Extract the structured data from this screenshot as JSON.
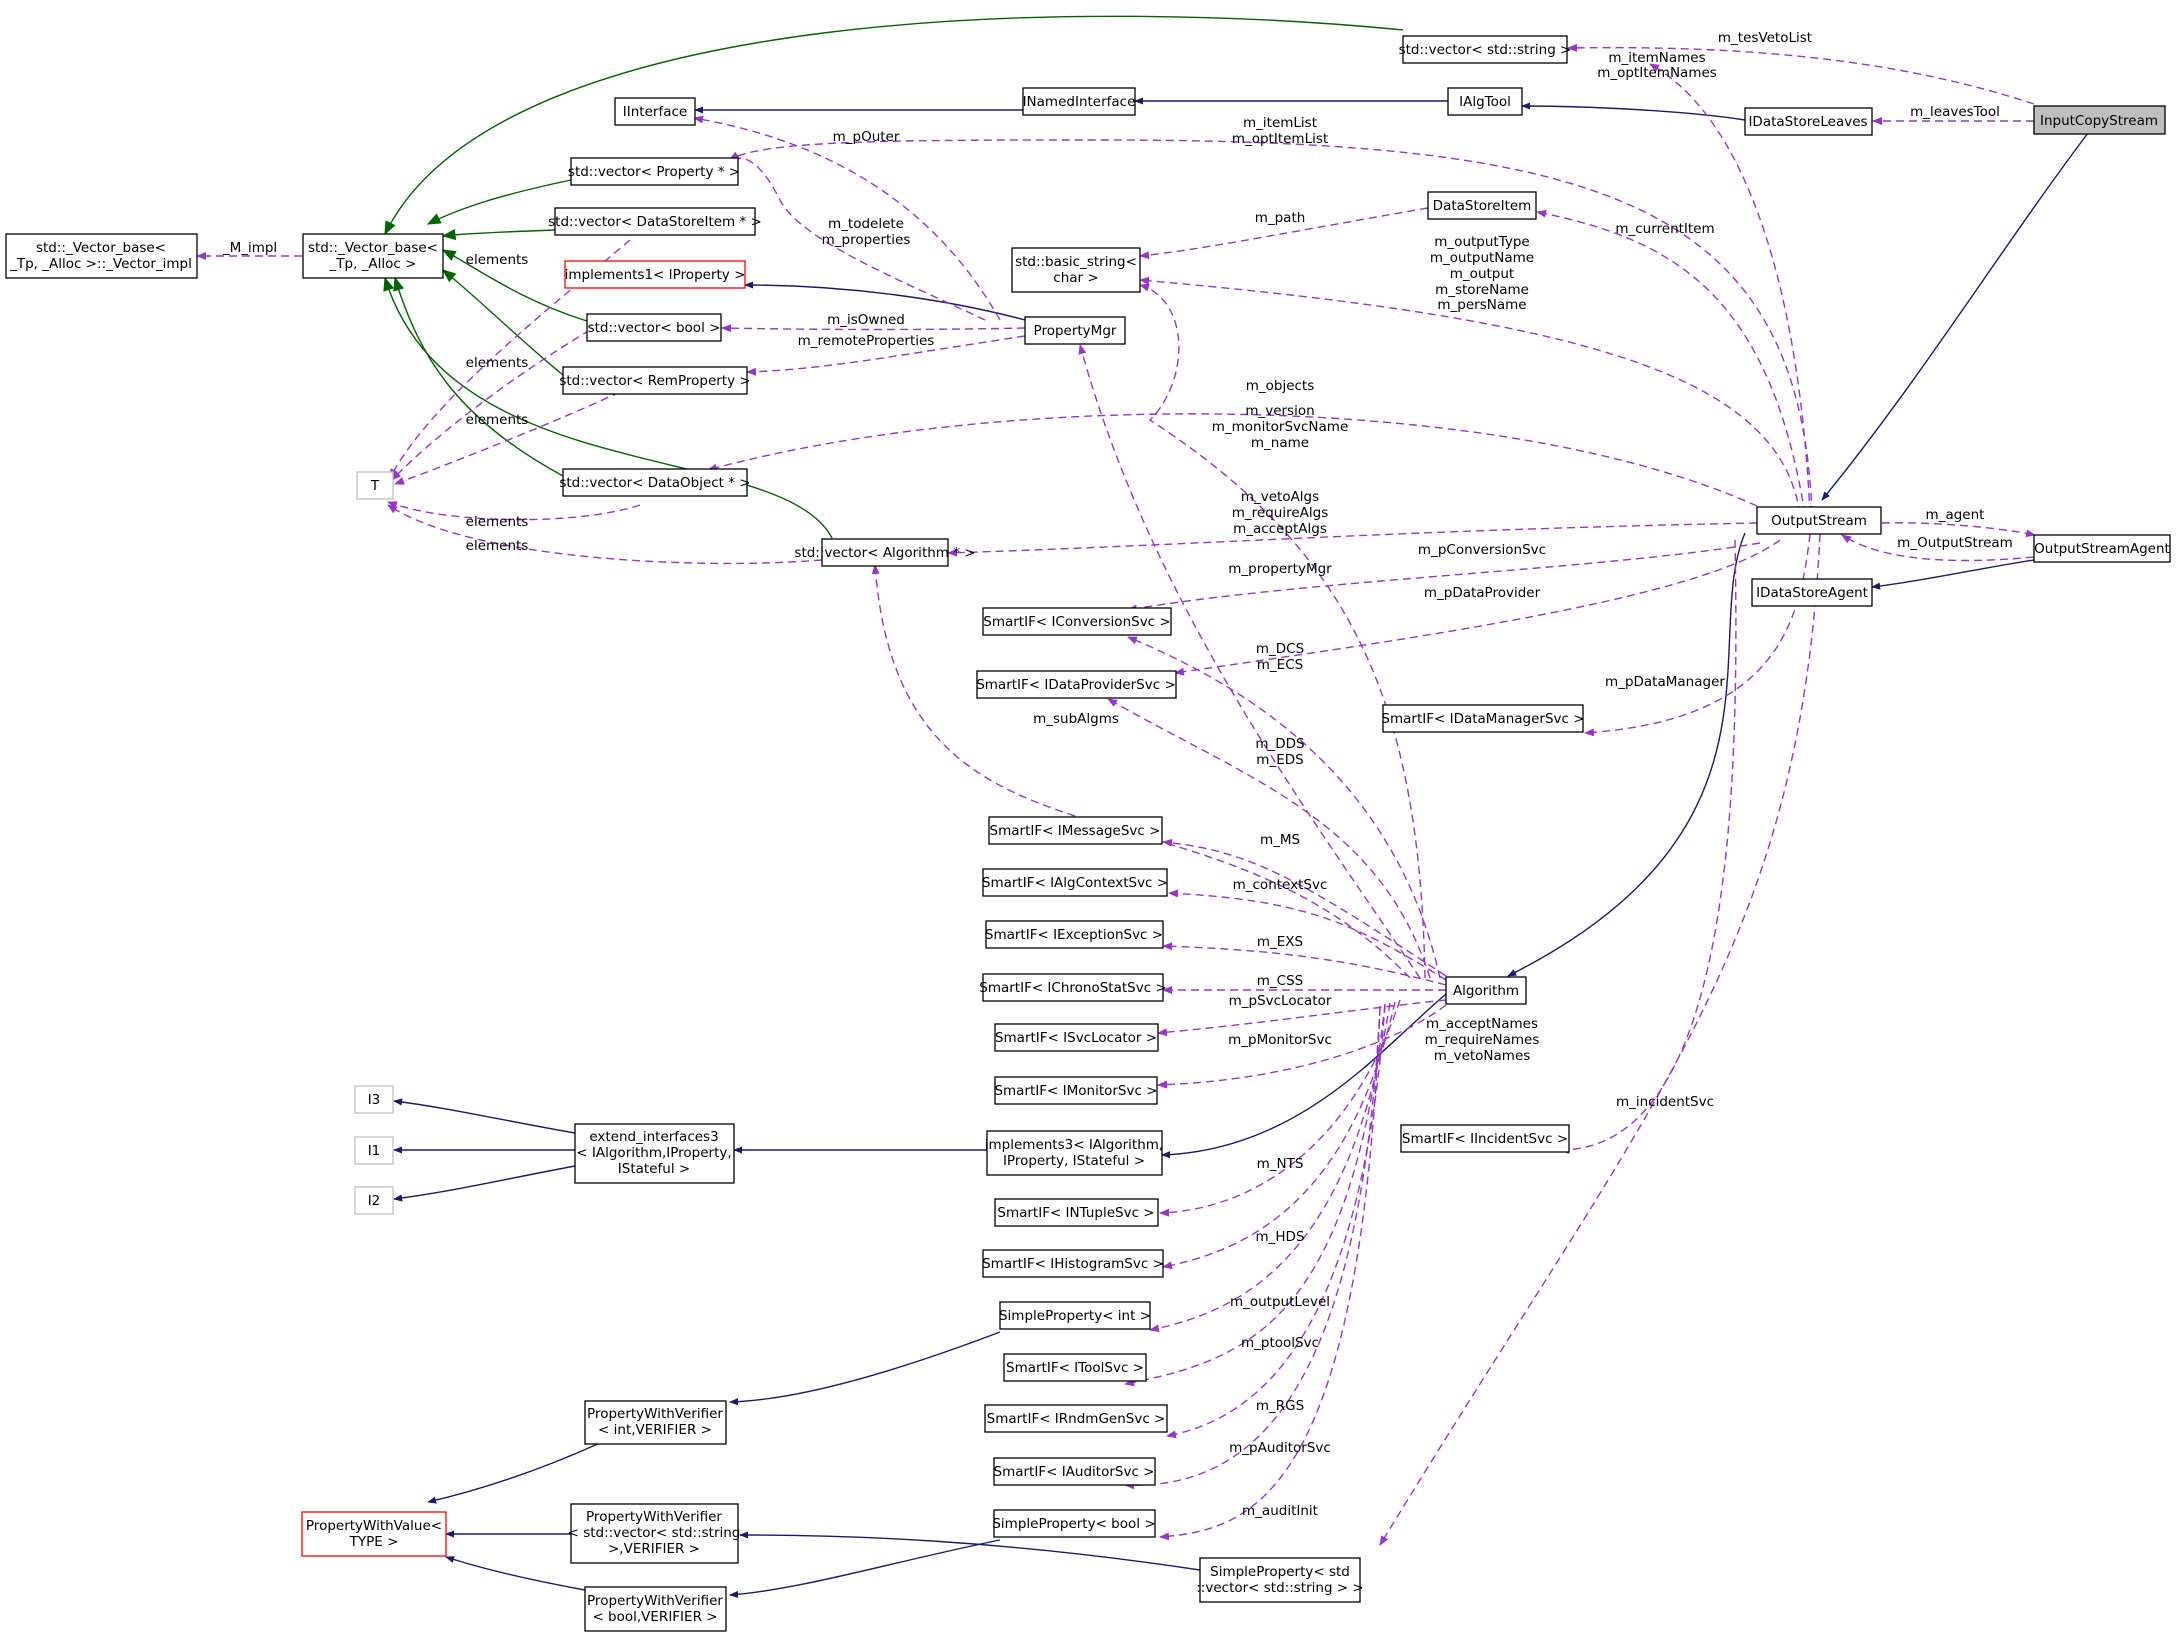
{
  "colors": {
    "public_inheritance": "#191970",
    "template_inheritance": "#006400",
    "usage": "#9a32cd",
    "current_node_fill": "#bfbfbf",
    "template_node_border": "#ff0000",
    "undocumented_node_border": "#bfbfbf"
  },
  "nodes": {
    "InputCopyStream": "InputCopyStream",
    "IDataStoreLeaves": "IDataStoreLeaves",
    "IAlgTool": "IAlgTool",
    "INamedInterface": "INamedInterface",
    "IInterface": "IInterface",
    "vec_string": "std::vector< std::string >",
    "vector_base_impl_l1": "std::_Vector_base<",
    "vector_base_impl_l2": "_Tp, _Alloc >::_Vector_impl",
    "vector_base_l1": "std::_Vector_base<",
    "vector_base_l2": "_Tp, _Alloc >",
    "vec_property": "std::vector< Property * >",
    "vec_datastoreitem": "std::vector< DataStoreItem * >",
    "implements1": "implements1< IProperty >",
    "vec_bool": "std::vector< bool >",
    "vec_remproperty": "std::vector< RemProperty >",
    "T": "T",
    "vec_dataobject": "std::vector< DataObject * >",
    "vec_algorithm": "std::vector< Algorithm * >",
    "PropertyMgr": "PropertyMgr",
    "DataStoreItem": "DataStoreItem",
    "basic_string_l1": "std::basic_string<",
    "basic_string_l2": "char >",
    "OutputStream": "OutputStream",
    "OutputStreamAgent": "OutputStreamAgent",
    "IDataStoreAgent": "IDataStoreAgent",
    "sif_conversion": "SmartIF< IConversionSvc >",
    "sif_dataprovider": "SmartIF< IDataProviderSvc >",
    "sif_datamanager": "SmartIF< IDataManagerSvc >",
    "sif_message": "SmartIF< IMessageSvc >",
    "sif_algcontext": "SmartIF< IAlgContextSvc >",
    "sif_exception": "SmartIF< IExceptionSvc >",
    "sif_chronostat": "SmartIF< IChronoStatSvc >",
    "sif_svclocator": "SmartIF< ISvcLocator >",
    "sif_monitor": "SmartIF< IMonitorSvc >",
    "Algorithm": "Algorithm",
    "sif_incident": "SmartIF< IIncidentSvc >",
    "I3": "I3",
    "I1": "I1",
    "I2": "I2",
    "extend_l1": "extend_interfaces3",
    "extend_l2": "< IAlgorithm,IProperty,",
    "extend_l3": "IStateful >",
    "implements3_l1": "implements3< IAlgorithm,",
    "implements3_l2": "IProperty, IStateful >",
    "sif_ntuple": "SmartIF< INTupleSvc >",
    "sif_histogram": "SmartIF< IHistogramSvc >",
    "simple_int": "SimpleProperty< int >",
    "sif_tool": "SmartIF< IToolSvc >",
    "sif_rndmgen": "SmartIF< IRndmGenSvc >",
    "sif_auditor": "SmartIF< IAuditorSvc >",
    "simple_bool": "SimpleProperty< bool >",
    "simple_vecstr_l1": "SimpleProperty< std",
    "simple_vecstr_l2": "::vector< std::string > >",
    "pwv_int_l1": "PropertyWithVerifier",
    "pwv_int_l2": "< int,VERIFIER >",
    "pwvalue_l1": "PropertyWithValue<",
    "pwvalue_l2": "TYPE >",
    "pwv_vecstr_l1": "PropertyWithVerifier",
    "pwv_vecstr_l2": "< std::vector< std::string",
    "pwv_vecstr_l3": ">,VERIFIER >",
    "pwv_bool_l1": "PropertyWithVerifier",
    "pwv_bool_l2": "< bool,VERIFIER >"
  },
  "labels": {
    "tesVetoList": "m_tesVetoList",
    "leavesTool": "m_leavesTool",
    "itemNames_1": "m_itemNames",
    "itemNames_2": "m_optItemNames",
    "itemList_1": "m_itemList",
    "itemList_2": "m_optItemList",
    "pOuter": "m_pOuter",
    "todelete_1": "m_todelete",
    "todelete_2": "m_properties",
    "M_impl": "_M_impl",
    "elements_1": "elements",
    "elements_2": "elements",
    "elements_3": "elements",
    "elements_4": "elements",
    "elements_5": "elements",
    "path": "m_path",
    "currentItem": "m_currentItem",
    "outputType_1": "m_outputType",
    "outputType_2": "m_outputName",
    "outputType_3": "m_output",
    "outputType_4": "m_storeName",
    "outputType_5": "m_persName",
    "isOwned": "m_isOwned",
    "remoteProperties": "m_remoteProperties",
    "objects": "m_objects",
    "version_1": "m_version",
    "version_2": "m_monitorSvcName",
    "version_3": "m_name",
    "vetoAlgs_1": "m_vetoAlgs",
    "vetoAlgs_2": "m_requireAlgs",
    "vetoAlgs_3": "m_acceptAlgs",
    "agent": "m_agent",
    "outputStream": "m_OutputStream",
    "pConversionSvc": "m_pConversionSvc",
    "propertyMgr": "m_propertyMgr",
    "pDataProvider": "m_pDataProvider",
    "DCS_1": "m_DCS",
    "DCS_2": "m_ECS",
    "subAlgms": "m_subAlgms",
    "pDataManager": "m_pDataManager",
    "DDS_1": "m_DDS",
    "DDS_2": "m_EDS",
    "MS": "m_MS",
    "contextSvc": "m_contextSvc",
    "EXS": "m_EXS",
    "CSS": "m_CSS",
    "pSvcLocator": "m_pSvcLocator",
    "pMonitorSvc": "m_pMonitorSvc",
    "acceptNames_1": "m_acceptNames",
    "acceptNames_2": "m_requireNames",
    "acceptNames_3": "m_vetoNames",
    "incidentSvc": "m_incidentSvc",
    "NTS": "m_NTS",
    "HDS": "m_HDS",
    "outputLevel": "m_outputLevel",
    "ptoolSvc": "m_ptoolSvc",
    "RGS": "m_RGS",
    "pAuditorSvc": "m_pAuditorSvc",
    "auditInit": "m_auditInit"
  }
}
